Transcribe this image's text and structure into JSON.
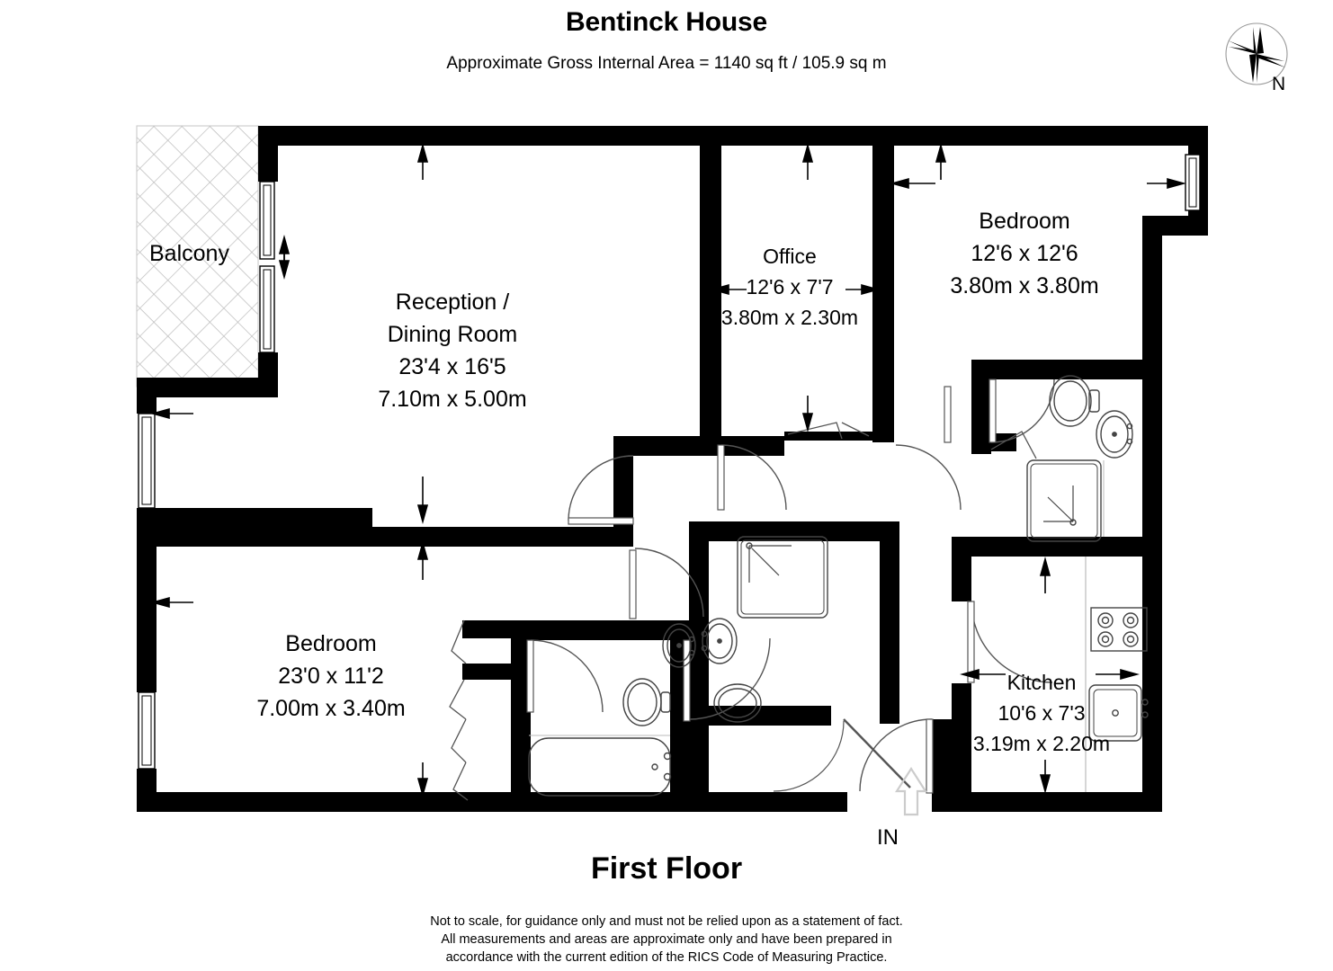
{
  "header": {
    "title": "Bentinck House",
    "subtitle": "Approximate Gross Internal Area = 1140 sq ft / 105.9 sq m"
  },
  "footer": {
    "floor_label": "First Floor",
    "disclaimer_line1": "Not to scale, for guidance only and must not be relied upon as a statement of fact.",
    "disclaimer_line2": "All measurements and areas are approximate only and have been prepared in",
    "disclaimer_line3": "accordance with the current edition of the RICS Code of Measuring Practice."
  },
  "compass": {
    "north_label": "N",
    "icon": "compass-rose-icon"
  },
  "entrance": {
    "label": "IN",
    "icon": "entrance-arrow-icon"
  },
  "rooms": [
    {
      "key": "balcony",
      "name": "Balcony",
      "dim_imperial": "",
      "dim_metric": ""
    },
    {
      "key": "reception_dining",
      "name_line1": "Reception /",
      "name_line2": "Dining Room",
      "dim_imperial": "23'4 x 16'5",
      "dim_metric": "7.10m x 5.00m"
    },
    {
      "key": "office",
      "name": "Office",
      "dim_imperial": "12'6 x 7'7",
      "dim_metric": "3.80m x 2.30m"
    },
    {
      "key": "bedroom_main",
      "name": "Bedroom",
      "dim_imperial": "12'6 x 12'6",
      "dim_metric": "3.80m x 3.80m"
    },
    {
      "key": "bedroom_second",
      "name": "Bedroom",
      "dim_imperial": "23'0 x 11'2",
      "dim_metric": "7.00m x 3.40m"
    },
    {
      "key": "kitchen",
      "name": "Kitchen",
      "dim_imperial": "10'6 x 7'3",
      "dim_metric": "3.19m x 2.20m"
    }
  ],
  "colors": {
    "wall": "#000000",
    "background": "#ffffff",
    "fixture_line": "#2b2b2b",
    "balcony_hatch": "#b9b9b9"
  }
}
